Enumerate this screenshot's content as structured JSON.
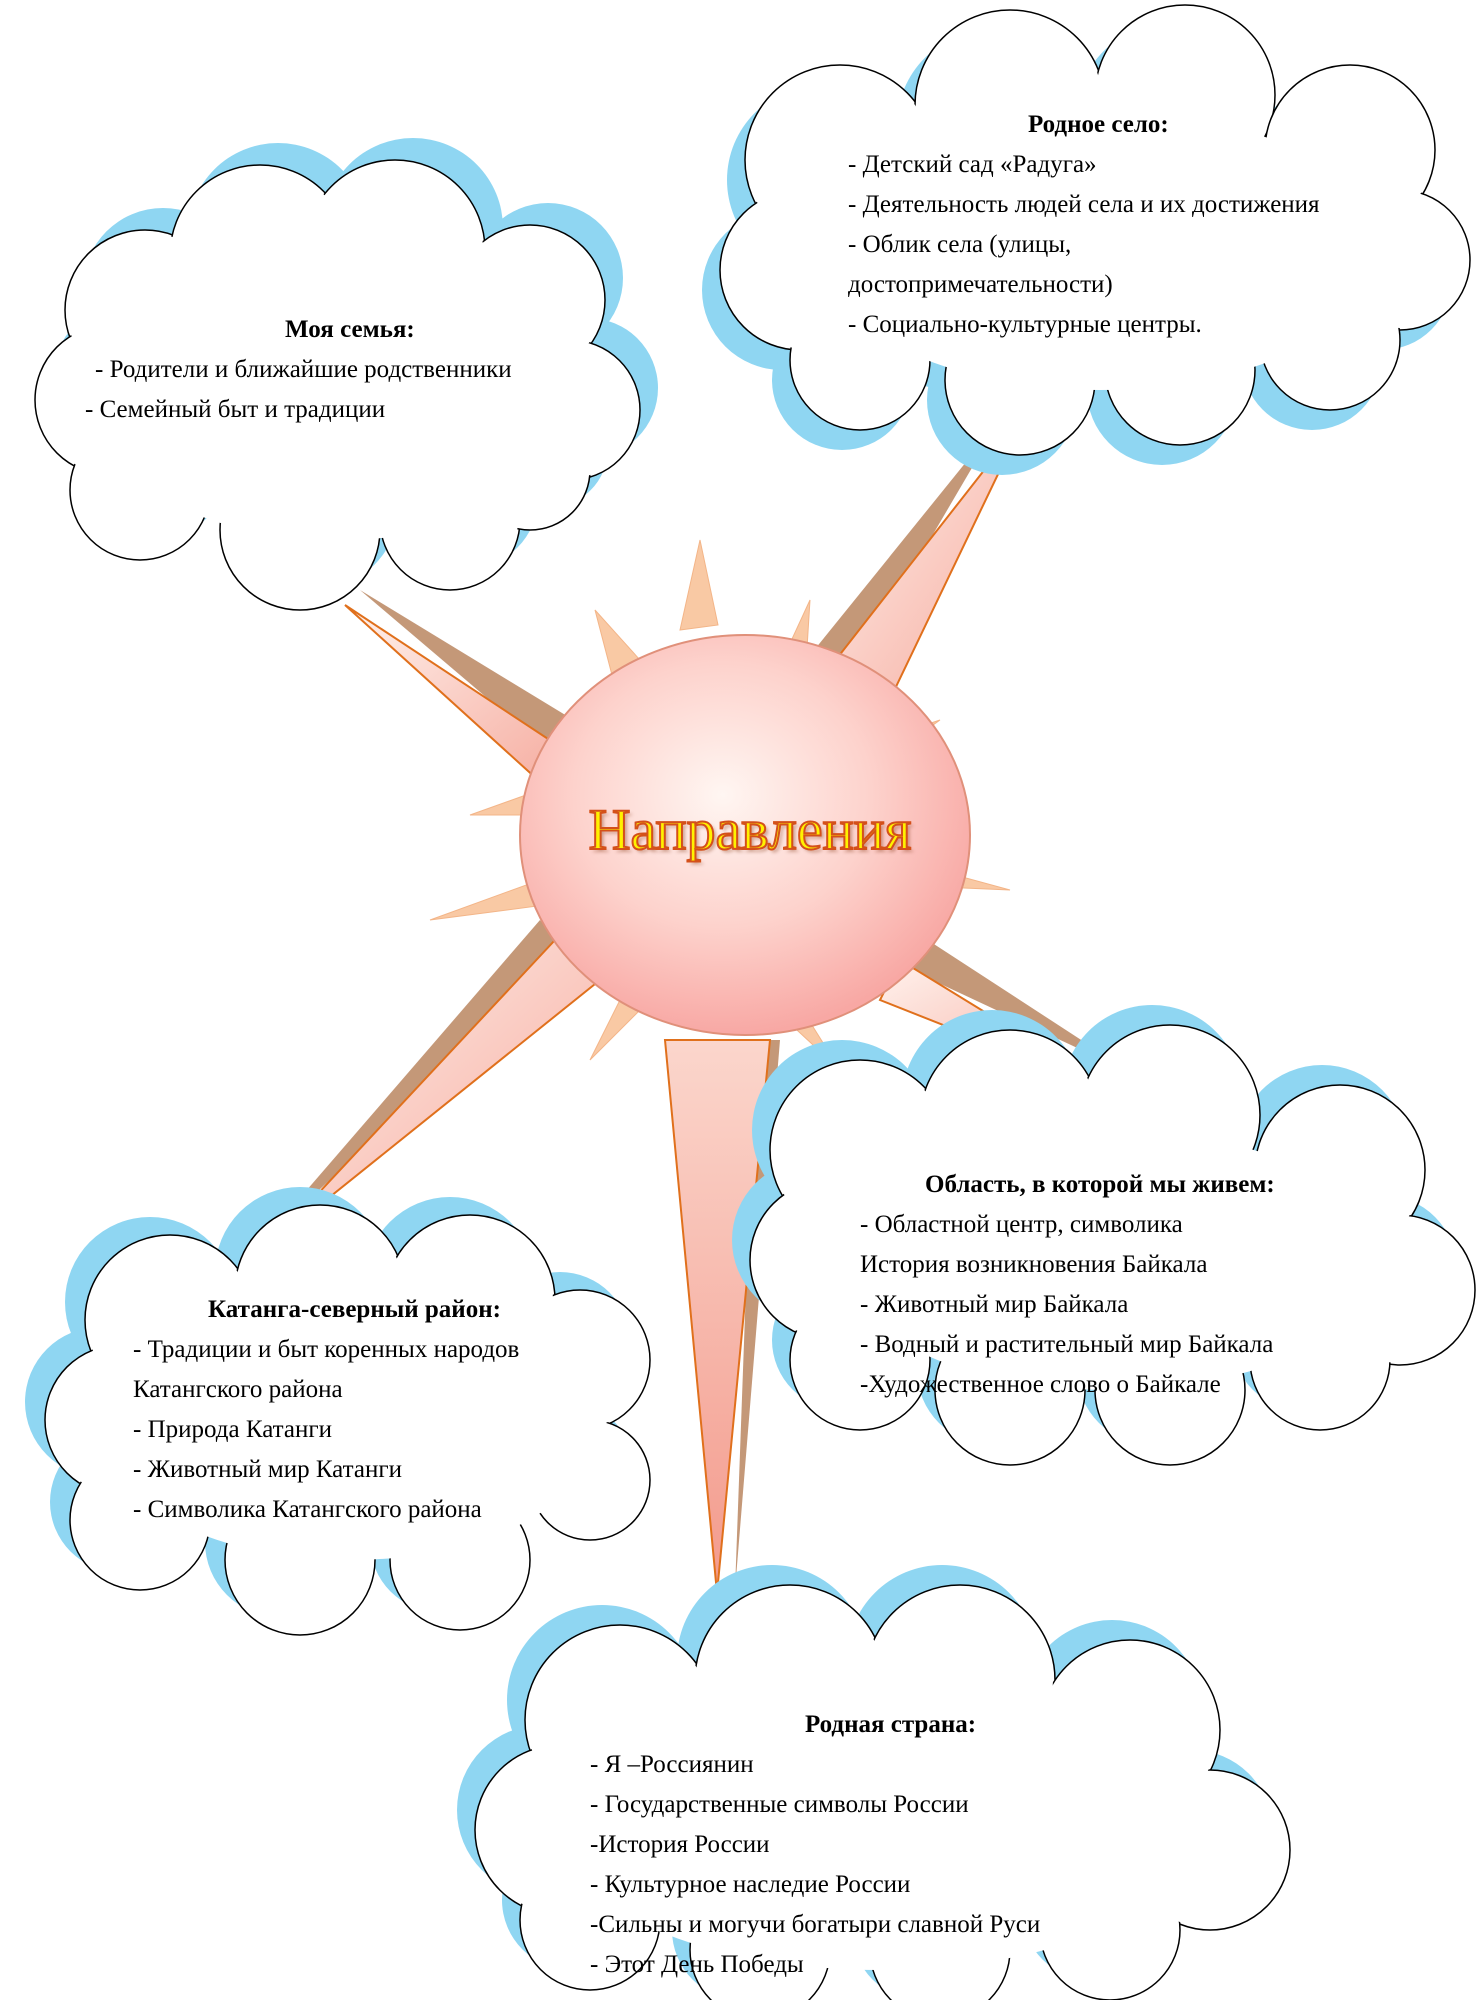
{
  "center": {
    "title": "Направления"
  },
  "clouds": {
    "family": {
      "title": "Моя семья:",
      "lines": [
        "- Родители и ближайшие родственники",
        "-  Семейный быт и традиции"
      ]
    },
    "village": {
      "title": "Родное село:",
      "lines": [
        " - Детский сад «Радуга»",
        "-  Деятельность людей села и их достижения",
        "- Облик  села (улицы,",
        "достопримечательности)",
        "- Социально-культурные центры."
      ]
    },
    "region": {
      "title": "Область, в которой мы живем:",
      "lines": [
        " - Областной центр, символика",
        "История возникновения Байкала",
        "-  Животный мир Байкала",
        "- Водный и растительный мир Байкала",
        "-Художественное слово о Байкале"
      ]
    },
    "district": {
      "title": "Катанга-северный район:",
      "lines": [
        " - Традиции и быт коренных народов",
        "Катангского района",
        "-  Природа Катанги",
        "- Животный мир Катанги",
        "- Символика Катангского района"
      ]
    },
    "country": {
      "title": "Родная страна:",
      "lines": [
        " - Я –Россиянин",
        "- Государственные символы России",
        "-История России",
        "- Культурное наследие России",
        "-Сильны и могучи богатыри славной Руси",
        "- Этот День Победы"
      ]
    }
  },
  "colors": {
    "cloud_shadow": "#8fd6f2",
    "ray_shadow": "#c49878",
    "ray_fill": "#f6c0b0",
    "ray_stroke": "#e0701c",
    "small_ray": "#f9c9a4",
    "sun_fill": "#fbbcb8",
    "title_fill": "#fff200",
    "title_stroke": "#d4501a"
  }
}
